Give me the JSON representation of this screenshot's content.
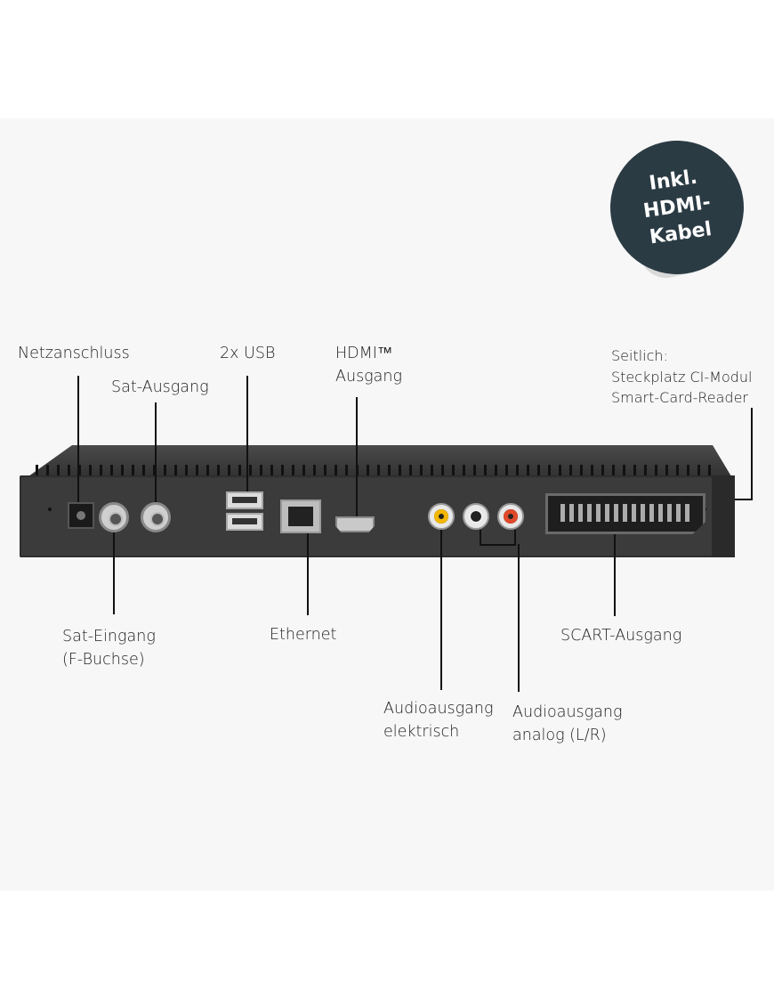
{
  "badge": {
    "lines": [
      "Inkl.",
      "HDMI-",
      "Kabel"
    ],
    "color": "#2b3b44"
  },
  "labels": {
    "netzanschluss": "Netzanschluss",
    "sat_ausgang": "Sat-Ausgang",
    "usb": "2x USB",
    "hdmi_line1": "HDMI™",
    "hdmi_line2": "Ausgang",
    "seitlich_line1": "Seitlich:",
    "seitlich_line2": "Steckplatz CI-Modul",
    "seitlich_line3": "Smart-Card-Reader",
    "sat_eingang_line1": "Sat-Eingang",
    "sat_eingang_line2": "(F-Buchse)",
    "ethernet": "Ethernet",
    "scart": "SCART-Ausgang",
    "audio_el_line1": "Audioausgang",
    "audio_el_line2": "elektrisch",
    "audio_an_line1": "Audioausgang",
    "audio_an_line2": "analog (L/R)"
  },
  "port_colors": {
    "yellow": "#f2b705",
    "white": "#ffffff",
    "red": "#e0492a"
  }
}
